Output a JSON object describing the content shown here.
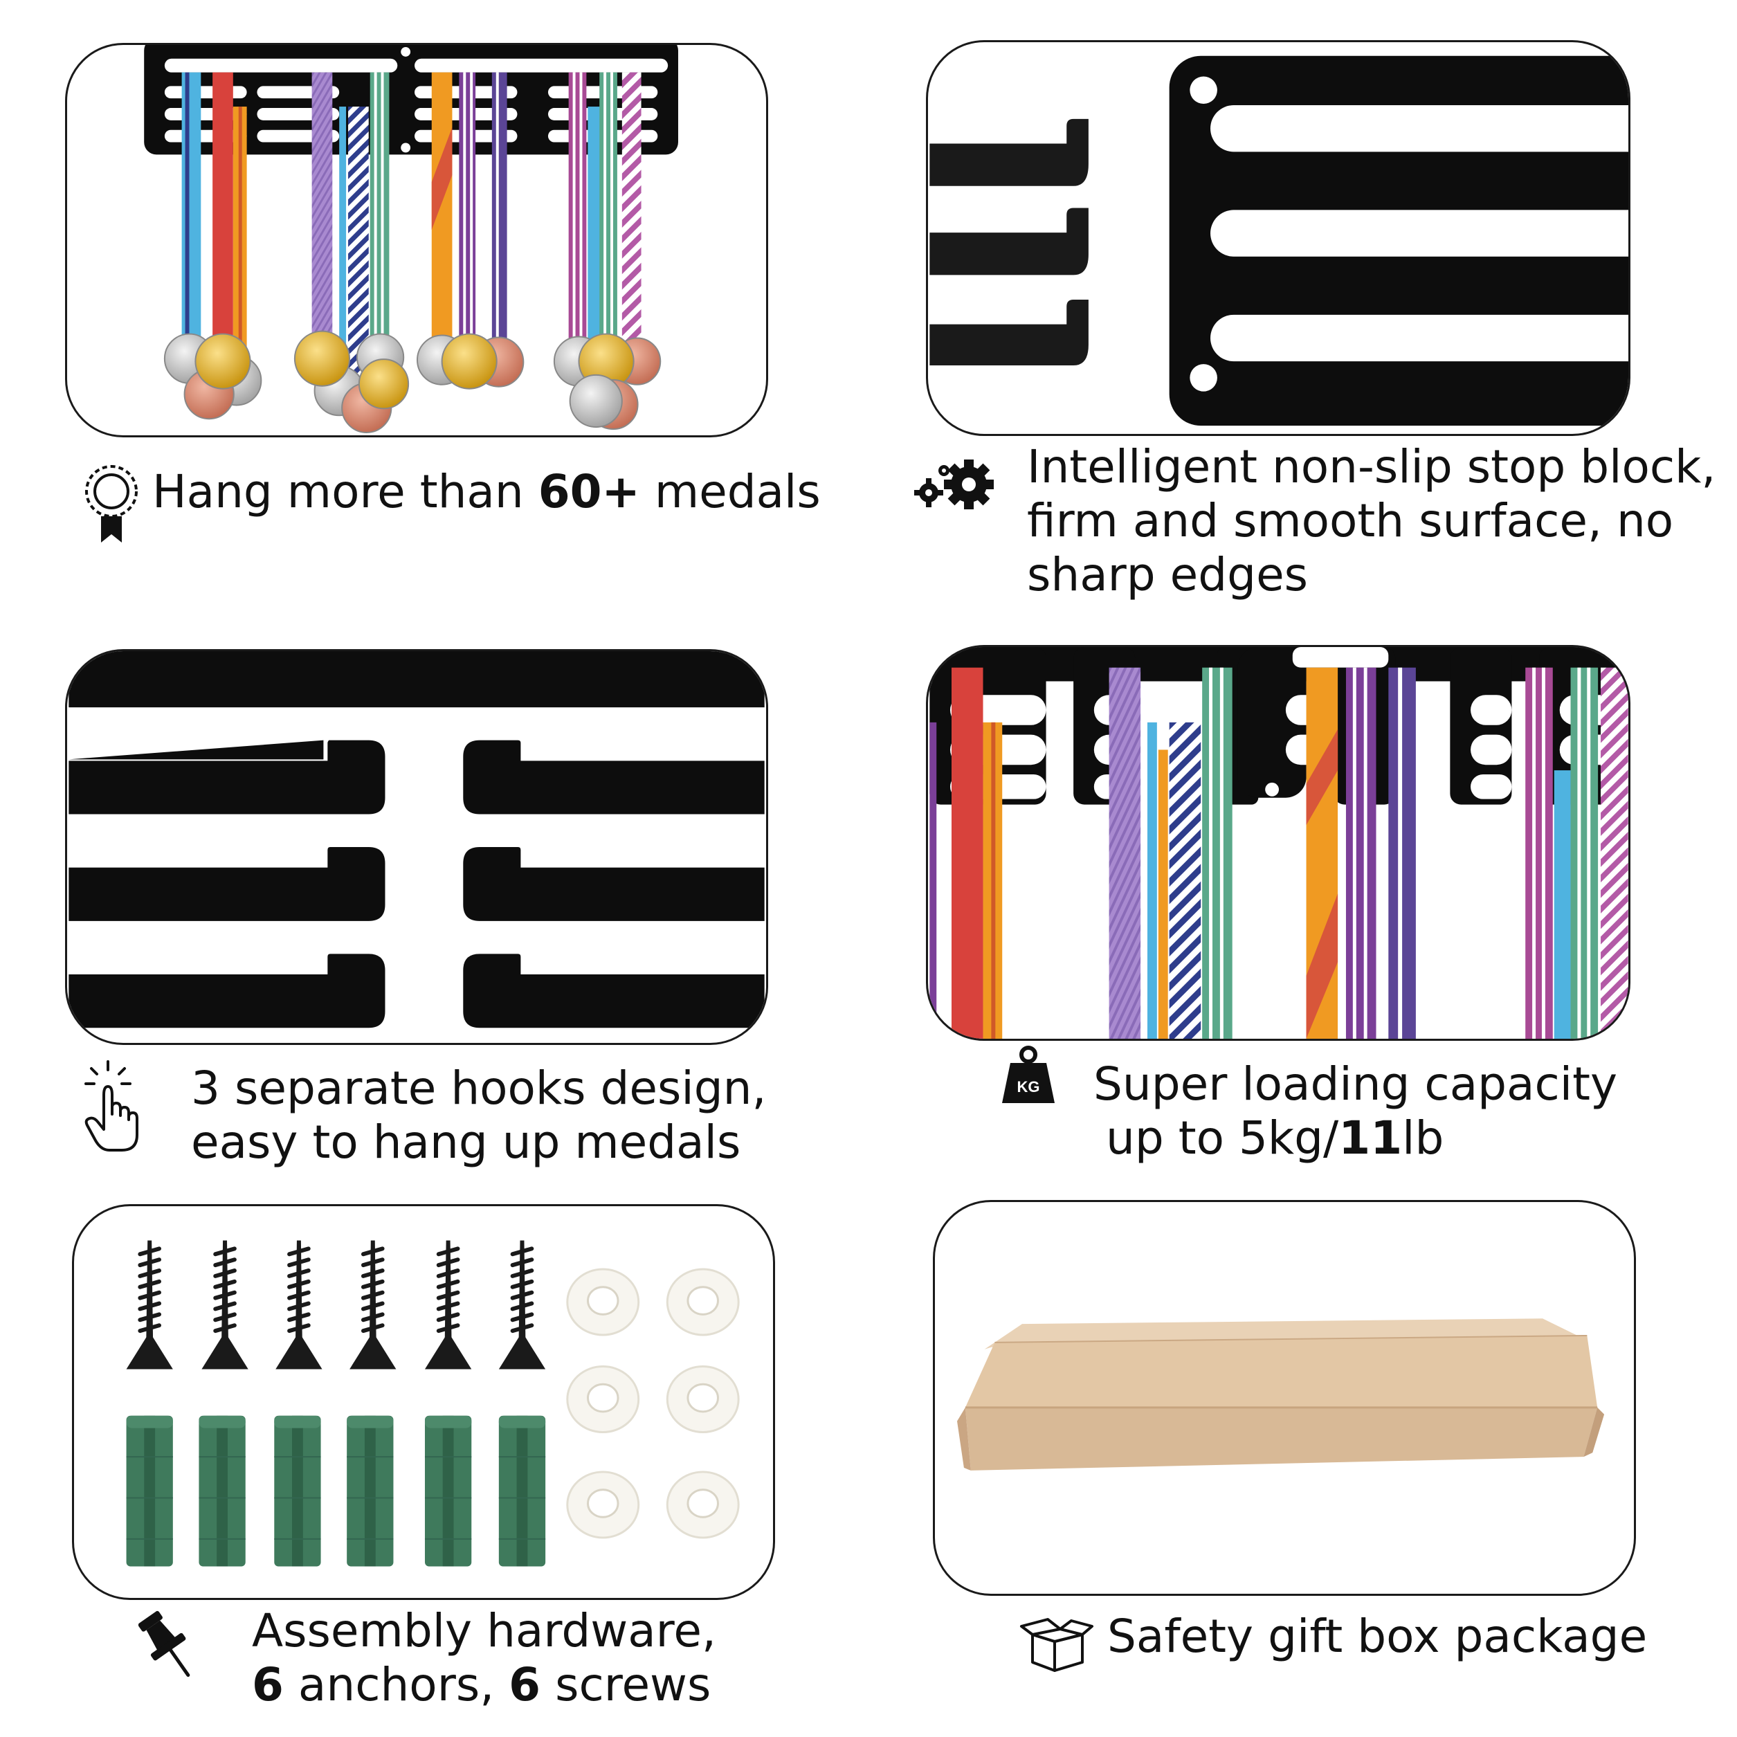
{
  "captions": {
    "medals": {
      "pre": "Hang more than ",
      "bold": "60+",
      "post": " medals"
    },
    "nonslip": {
      "line1": "Intelligent non-slip stop block,",
      "line2": "firm and smooth surface, no",
      "line3": "sharp edges"
    },
    "hooks": {
      "line1": "3 separate hooks design,",
      "line2": "easy to hang up medals"
    },
    "capacity": {
      "line1": "Super loading capacity",
      "pre": "up to 5kg/",
      "bold": "11",
      "post": "lb"
    },
    "hardware": {
      "line1": "Assembly hardware,",
      "n1": "6",
      "t1": " anchors, ",
      "n2": "6",
      "t2": " screws"
    },
    "giftbox": {
      "text": "Safety gift box package"
    }
  },
  "icons": {
    "medals": "rosette-medal-icon",
    "nonslip": "gears-icon",
    "hooks": "tap-hand-icon",
    "capacity": "kg-weight-icon",
    "weight_label": "KG",
    "hardware": "push-pin-icon",
    "giftbox": "open-box-icon"
  },
  "colors": {
    "rack": "#0d0d0d",
    "red": "#d8423c",
    "orange": "#f09a22",
    "purple": "#7b3f98",
    "lavender": "#a98ad0",
    "teal": "#5aa88a",
    "navy": "#2e3d8c",
    "magenta": "#a84a95",
    "sky": "#4fb3e0",
    "gold": "#e0b42a",
    "silver": "#c8c8c8",
    "bronze": "#d98c74",
    "anchor": "#3f7a5c",
    "cardboard": "#e0c3a2"
  }
}
